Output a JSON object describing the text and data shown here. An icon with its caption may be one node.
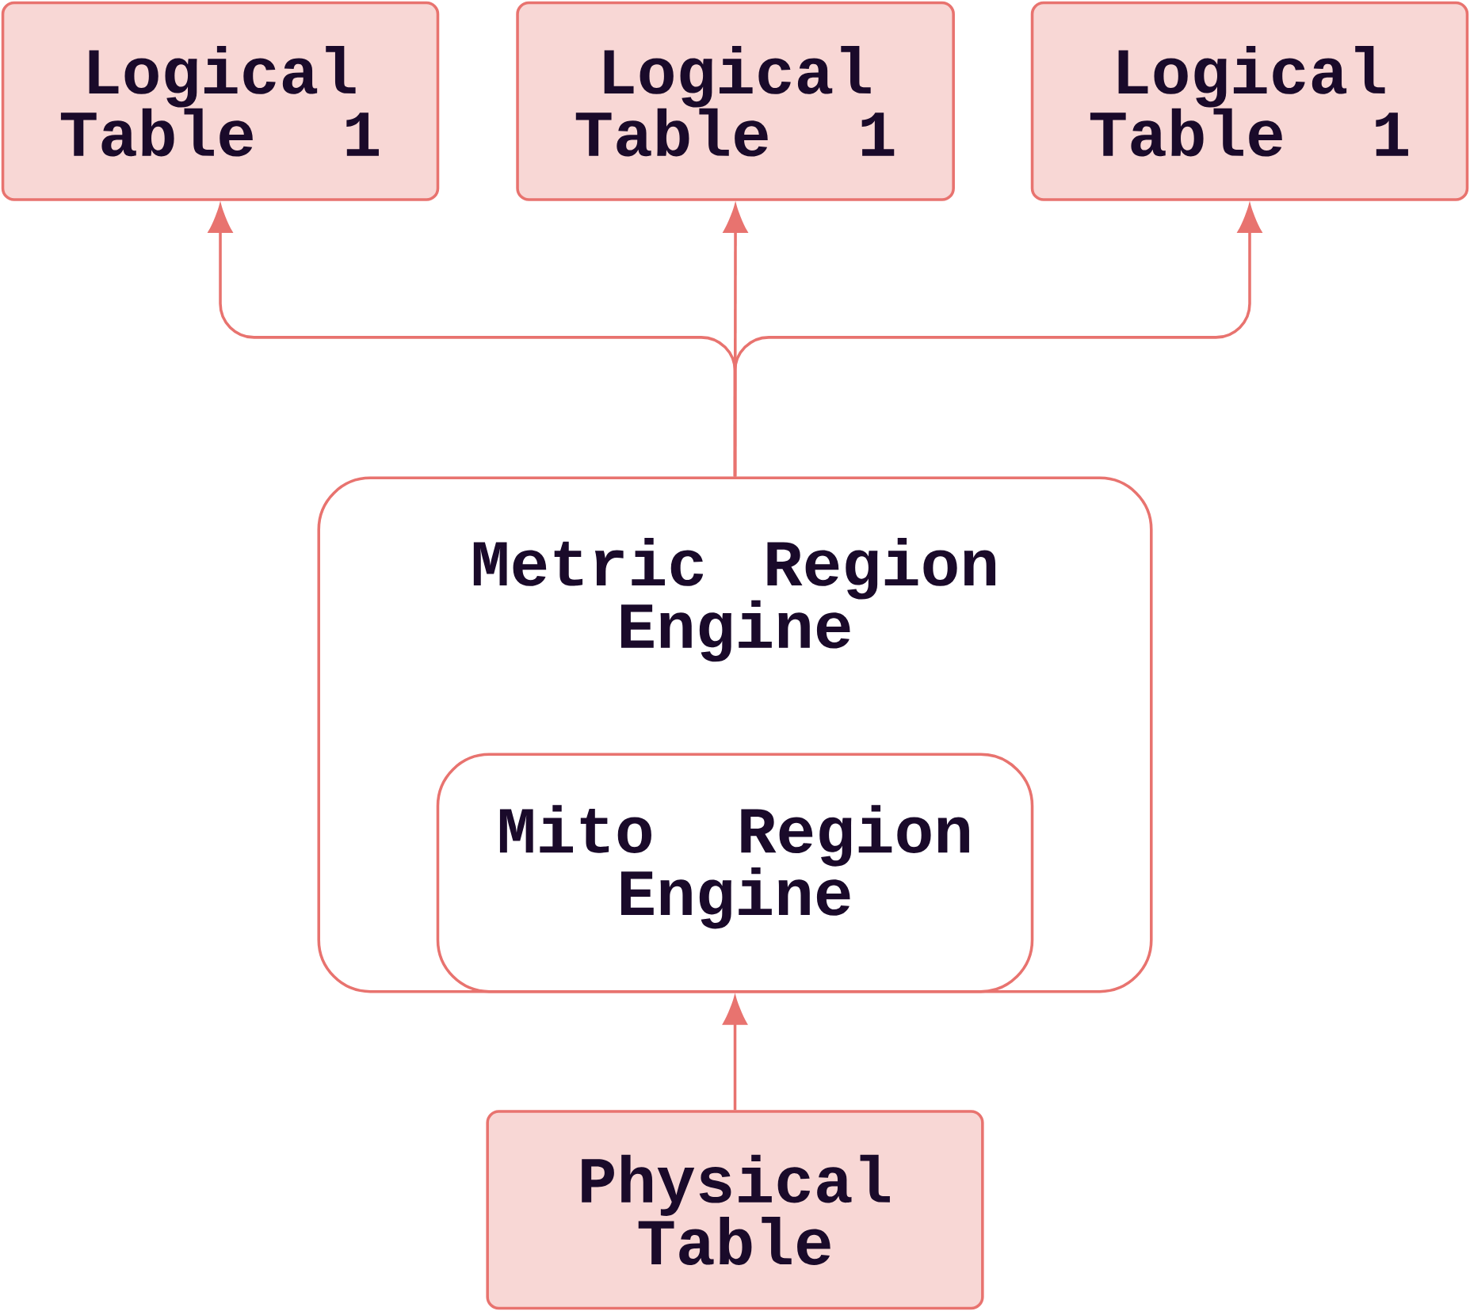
{
  "diagram": {
    "nodes": [
      {
        "text": [
          "Logical Table 1"
        ]
      },
      {
        "text": [
          "Logical Table 1"
        ]
      },
      {
        "text": [
          "Logical Table 1"
        ]
      },
      {
        "text": [
          "Metric Region Engine"
        ]
      },
      {
        "text": [
          "Mito Region Engine"
        ],
        "in": 3
      },
      {
        "text": [
          "Physical Table"
        ]
      }
    ],
    "edges": [
      {
        "from": 3,
        "to": 0,
        "arrow": "to"
      },
      {
        "from": 3,
        "to": 1,
        "arrow": "to"
      },
      {
        "from": 3,
        "to": 2,
        "arrow": "to"
      },
      {
        "from": 5,
        "to": 4,
        "arrow": "to"
      }
    ]
  }
}
